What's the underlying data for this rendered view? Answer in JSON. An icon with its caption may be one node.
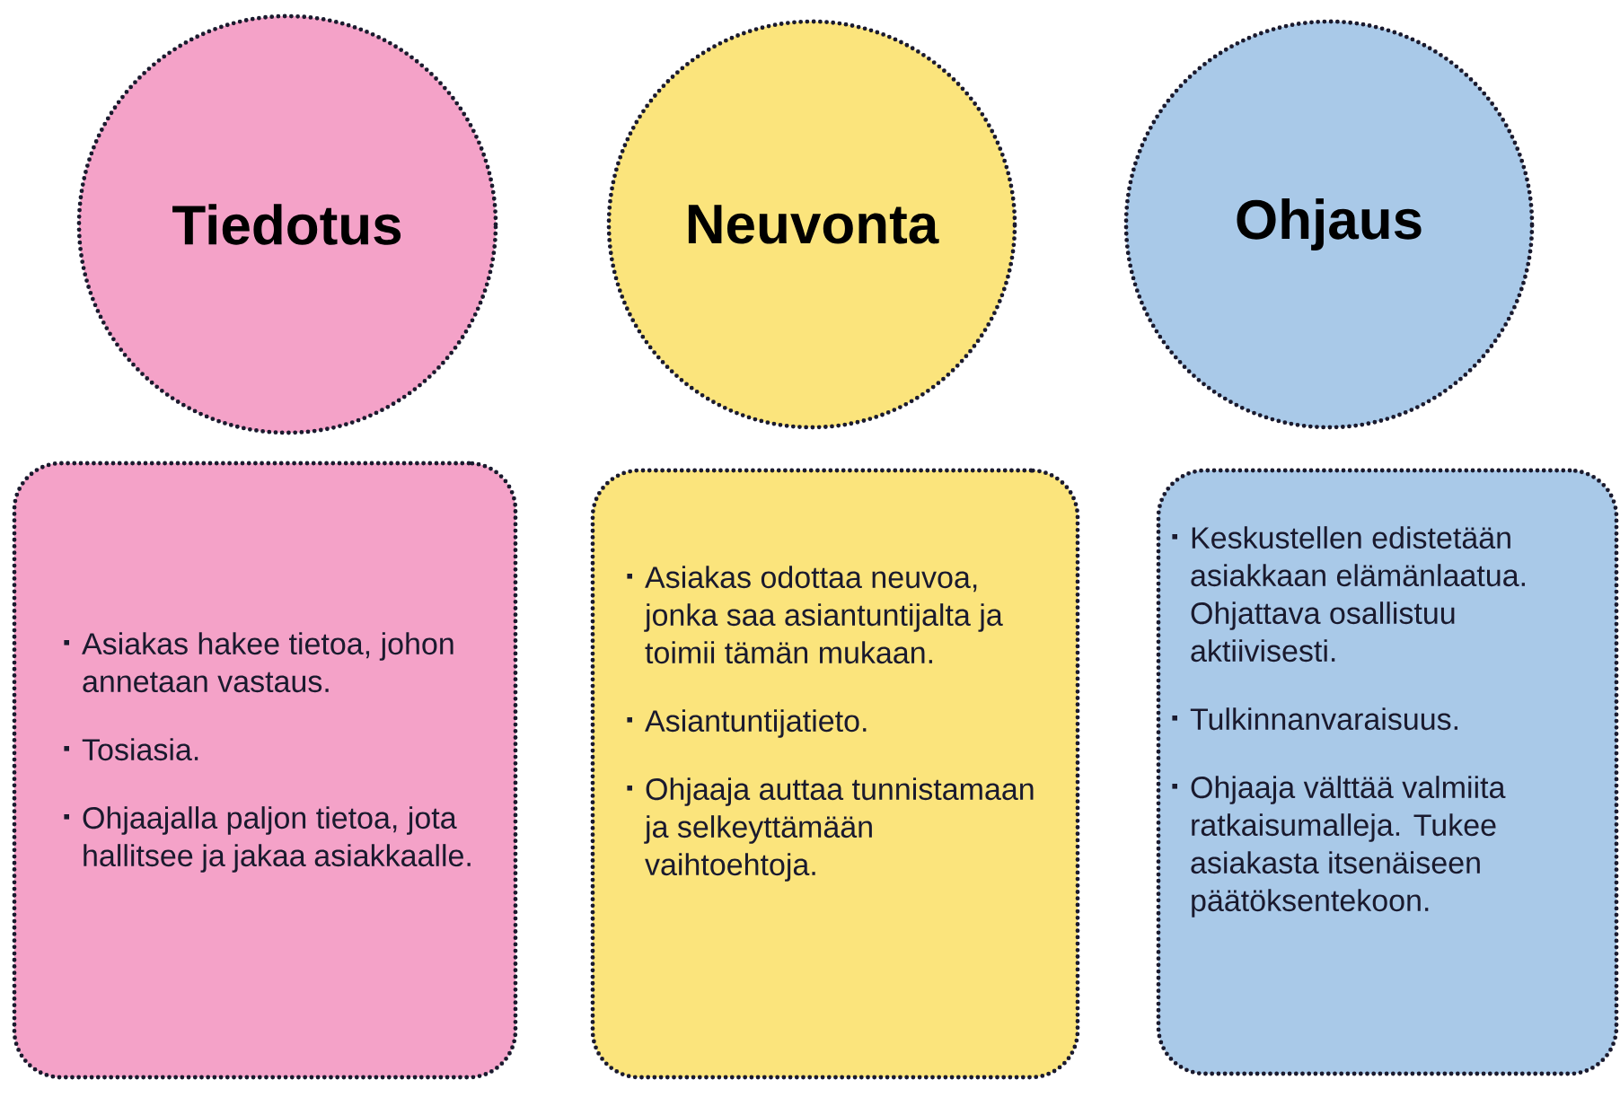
{
  "diagram": {
    "nodes": [
      {
        "text": [
          "Tiedotus"
        ]
      },
      {
        "text": [
          "Neuvonta"
        ]
      },
      {
        "text": [
          "Ohjaus"
        ]
      },
      {
        "text": [
          "Asiakas hakee tietoa, johon annetaan vastaus.",
          "Tosiasia.",
          "Ohjaajalla paljon tietoa, jota hallitsee ja jakaa asiakkaalle."
        ]
      },
      {
        "text": [
          "Asiakas odottaa neuvoa, jonka saa asiantuntijalta ja toimii tämän mukaan.",
          "Asiantuntijatieto.",
          "Ohjaaja auttaa tunnistamaan ja selkeyttämään vaihtoehtoja."
        ]
      },
      {
        "text": [
          "Keskustellen edistetään asiakkaan elämänlaatua. Ohjattava osallistuu aktiivisesti.",
          "Tulkinnanvaraisuus.",
          "Ohjaaja välttää valmiita ratkaisumalleja. Tukee asiakasta itsenäiseen päätöksentekoon."
        ]
      }
    ]
  }
}
